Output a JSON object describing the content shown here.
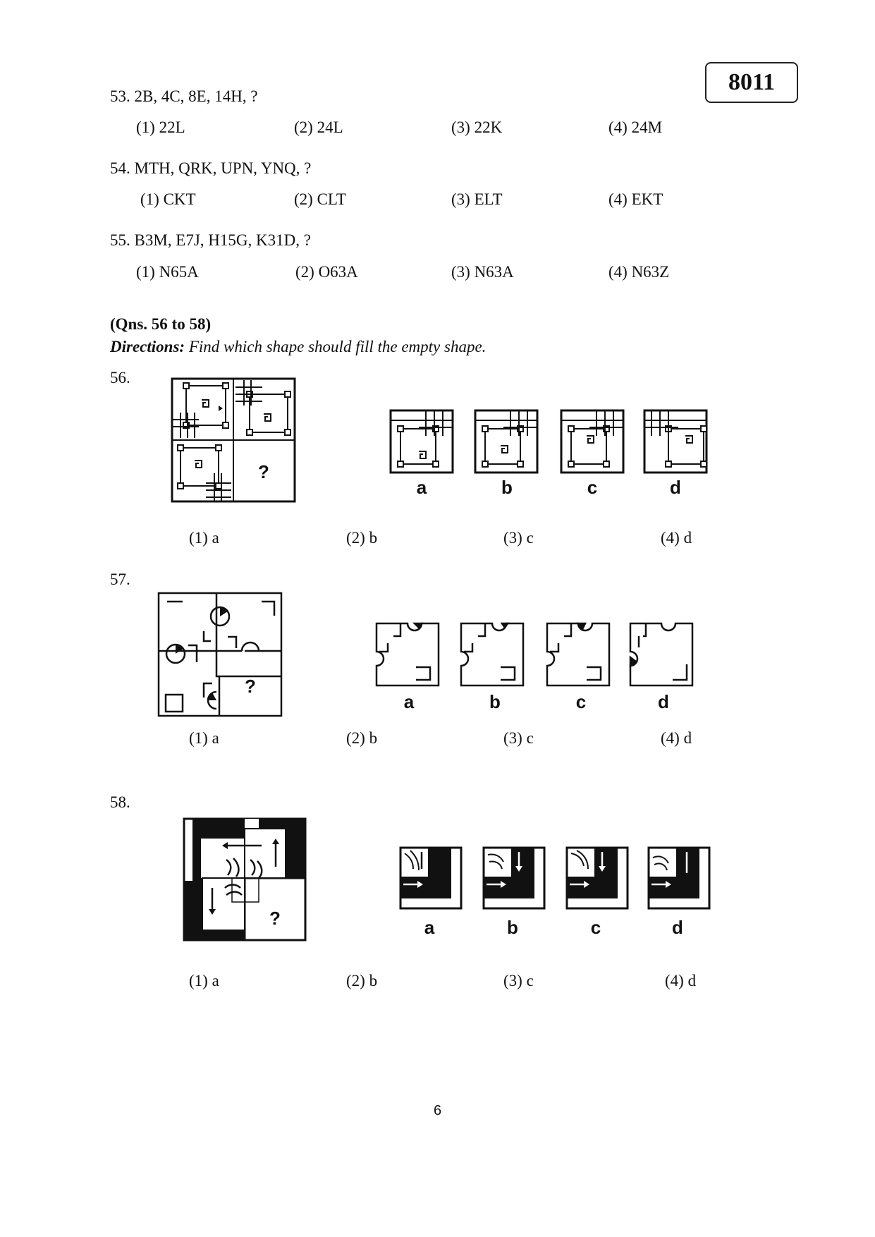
{
  "paper_code": "8011",
  "questions": [
    {
      "number": "53.",
      "text": "2B, 4C, 8E, 14H, ?",
      "options": [
        "(1)  22L",
        "(2) 24L",
        "(3) 22K",
        "(4) 24M"
      ]
    },
    {
      "number": "54.",
      "text": "MTH, QRK, UPN, YNQ, ?",
      "options": [
        "(1)  CKT",
        "(2) CLT",
        "(3) ELT",
        "(4) EKT"
      ]
    },
    {
      "number": "55.",
      "text": "B3M, E7J, H15G, K31D, ?",
      "options": [
        "(1)  N65A",
        "(2) O63A",
        "(3) N63A",
        "(4) N63Z"
      ]
    }
  ],
  "directions": {
    "heading": "(Qns. 56 to 58)",
    "label": "Directions:",
    "text": "Find which shape should fill the empty shape."
  },
  "figure_questions": [
    {
      "number": "56.",
      "question_mark": "?",
      "figure_labels": [
        "a",
        "b",
        "c",
        "d"
      ],
      "options": [
        "(1)  a",
        "(2) b",
        "(3) c",
        "(4) d"
      ]
    },
    {
      "number": "57.",
      "question_mark": "?",
      "figure_labels": [
        "a",
        "b",
        "c",
        "d"
      ],
      "options": [
        "(1)  a",
        "(2) b",
        "(3) c",
        "(4) d"
      ]
    },
    {
      "number": "58.",
      "question_mark": "?",
      "figure_labels": [
        "a",
        "b",
        "c",
        "d"
      ],
      "options": [
        "(1)  a",
        "(2) b",
        "(3) c",
        "(4) d"
      ]
    }
  ],
  "page_number": "6"
}
